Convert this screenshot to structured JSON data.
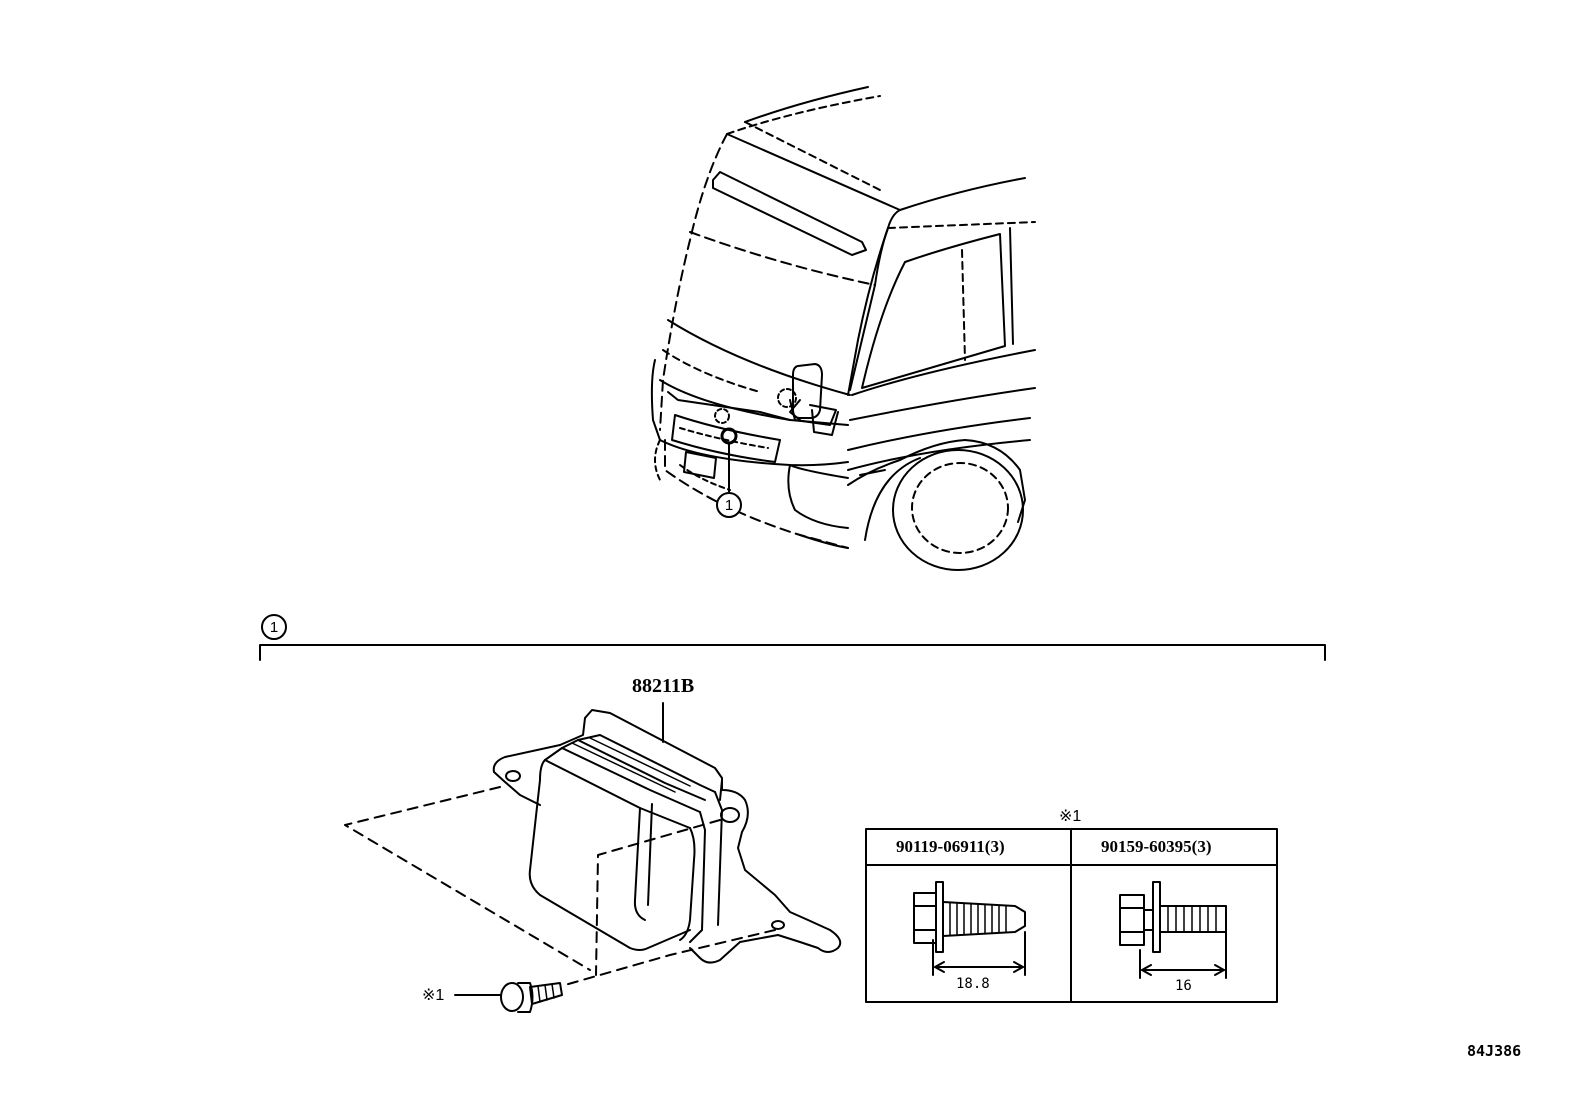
{
  "callout_number": "1",
  "section_marker": "1",
  "part_number": "88211B",
  "note_marker": "※1",
  "bolt_marker": "※1",
  "fasteners": [
    {
      "part_no": "90119-06911(3)",
      "length": "18.8"
    },
    {
      "part_no": "90159-60395(3)",
      "length": "16"
    }
  ],
  "illustration_code": "84J386"
}
